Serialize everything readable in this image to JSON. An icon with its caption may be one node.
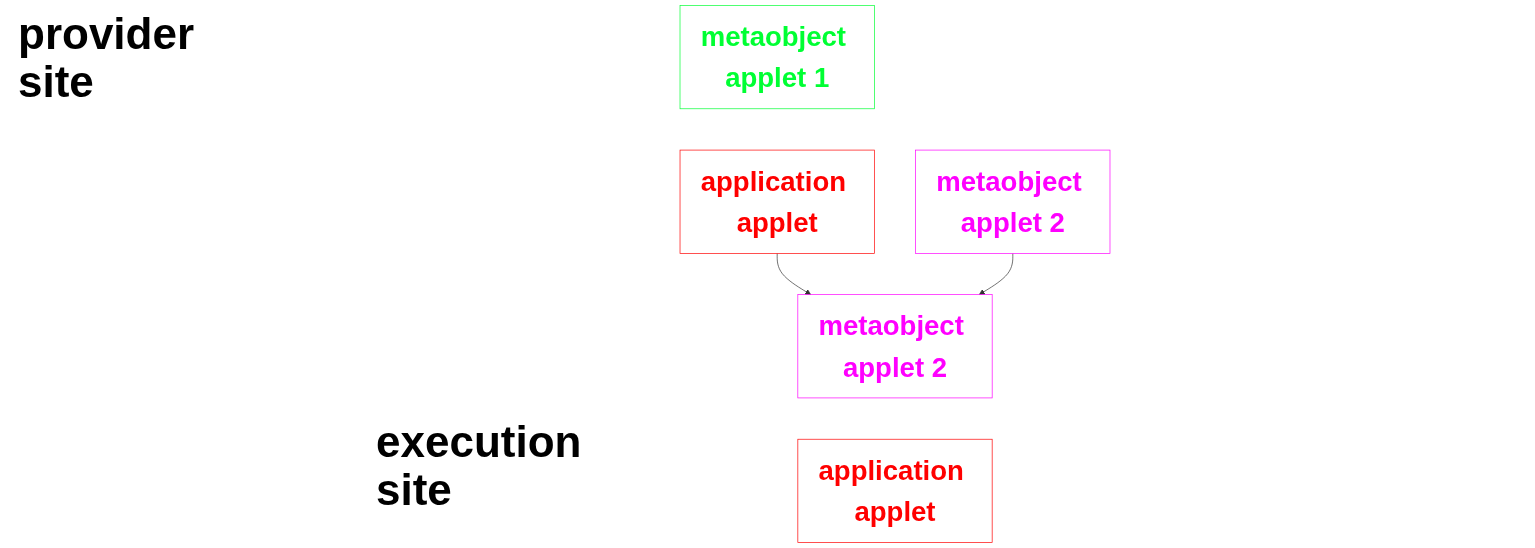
{
  "diagram": {
    "nodes": [
      {
        "text": [
          "metaobject applet 1"
        ]
      },
      {
        "text": [
          "application applet"
        ]
      },
      {
        "text": [
          "metaobject applet 2"
        ]
      },
      {
        "text": [
          "metaobject applet 2"
        ]
      },
      {
        "text": [
          "application applet"
        ]
      }
    ],
    "edges": [
      {
        "from": 1,
        "to": 3,
        "arrow": "to"
      },
      {
        "from": 2,
        "to": 3,
        "arrow": "to"
      }
    ],
    "labels": [
      "provider site",
      "execution site"
    ]
  }
}
